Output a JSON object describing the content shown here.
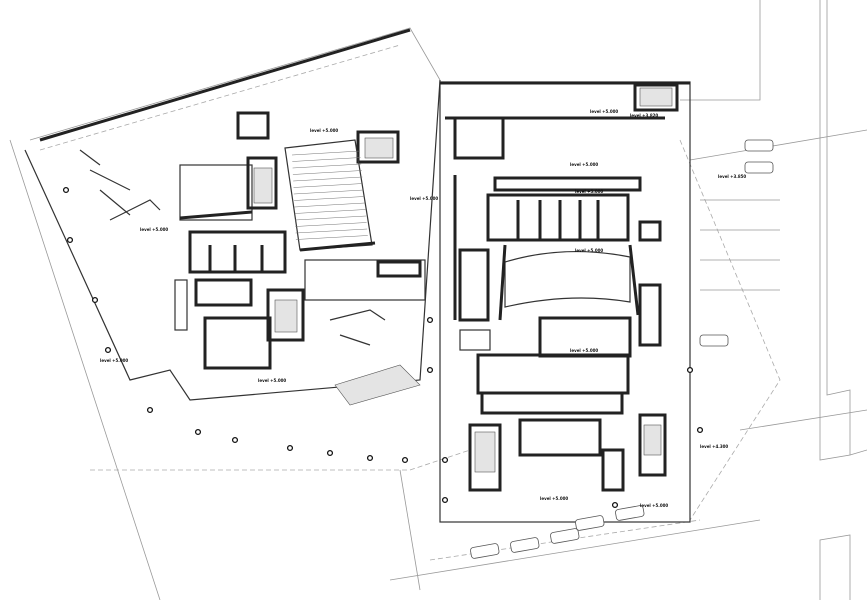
{
  "drawing": {
    "type": "architectural-floor-plan",
    "level_labels": [
      "level +5.000",
      "level +5.000",
      "level +5.000",
      "level +5.000",
      "level +3.820",
      "level +5.000",
      "level +5.000",
      "level +5.000",
      "level +3.850",
      "level +5.000",
      "level +5.000",
      "level +4.300",
      "level +5.000",
      "level +5.000",
      "level +5.000"
    ]
  },
  "colors": {
    "walls": "#222222",
    "lines": "#999999",
    "background": "#ffffff"
  }
}
